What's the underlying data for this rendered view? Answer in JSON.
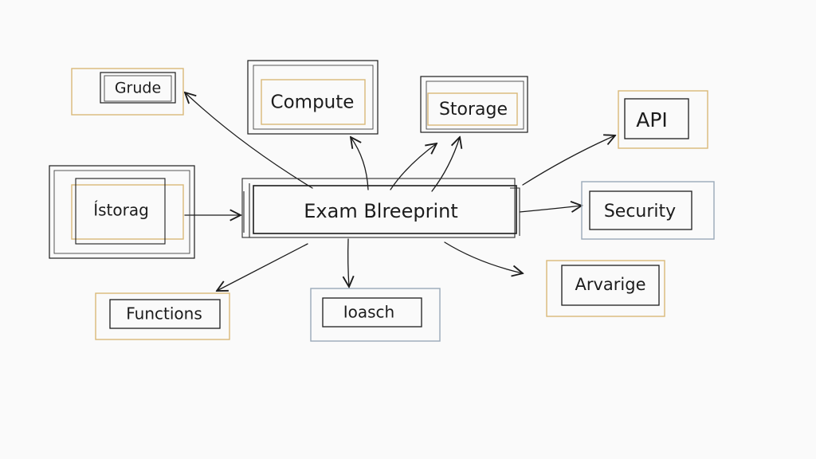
{
  "diagram": {
    "center": {
      "label": "Exam Blreeprint"
    },
    "nodes": {
      "grude": {
        "label": "Grude",
        "accent": "#d9b878"
      },
      "compute": {
        "label": "Compute",
        "accent": "#d9b878"
      },
      "storage": {
        "label": "Storage",
        "accent": "#d9b878"
      },
      "api": {
        "label": "API",
        "accent": "#d9b878"
      },
      "istorag": {
        "label": "Ístorag",
        "accent": "#d9b878"
      },
      "security": {
        "label": "Security",
        "accent": "#9aa9b8"
      },
      "functions": {
        "label": "Functions",
        "accent": "#d9b878"
      },
      "ioasch": {
        "label": "Ioasch",
        "accent": "#9aa9b8"
      },
      "arvarige": {
        "label": "Arvarige",
        "accent": "#d9b878"
      }
    },
    "colors": {
      "ink": "#1c1c1c",
      "paper": "#fafafa"
    }
  }
}
